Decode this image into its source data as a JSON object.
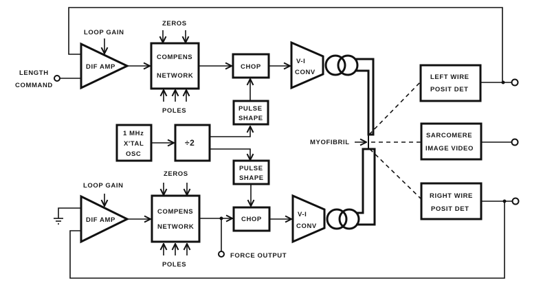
{
  "diagram": {
    "colors": {
      "ink": "#111111",
      "paper": "#ffffff"
    },
    "top_channel": {
      "input_label_1": "LENGTH",
      "input_label_2": "COMMAND",
      "loop_gain": "LOOP GAIN",
      "dif_amp": "DIF AMP",
      "zeros": "ZEROS",
      "compens_1": "COMPENS",
      "compens_2": "NETWORK",
      "poles": "POLES",
      "chop": "CHOP",
      "pulse_1": "PULSE",
      "pulse_2": "SHAPE",
      "vi_1": "V-I",
      "vi_2": "CONV"
    },
    "bottom_channel": {
      "loop_gain": "LOOP GAIN",
      "dif_amp": "DIF AMP",
      "zeros": "ZEROS",
      "compens_1": "COMPENS",
      "compens_2": "NETWORK",
      "poles": "POLES",
      "chop": "CHOP",
      "pulse_1": "PULSE",
      "pulse_2": "SHAPE",
      "vi_1": "V-I",
      "vi_2": "CONV",
      "force_output": "FORCE OUTPUT"
    },
    "oscillator": {
      "line_1": "1 MHz",
      "line_2": "X'TAL",
      "line_3": "OSC"
    },
    "divider": {
      "label": "÷2"
    },
    "myofibril": "MYOFIBRIL",
    "detectors": {
      "left_1": "LEFT WIRE",
      "left_2": "POSIT DET",
      "sarc_1": "SARCOMERE",
      "sarc_2": "IMAGE VIDEO",
      "right_1": "RIGHT WIRE",
      "right_2": "POSIT DET"
    },
    "icons": {
      "terminal": "open-circle-terminal",
      "ground": "ground-symbol",
      "transformer": "double-circle-coupling",
      "amplifier": "triangle-amplifier"
    }
  }
}
